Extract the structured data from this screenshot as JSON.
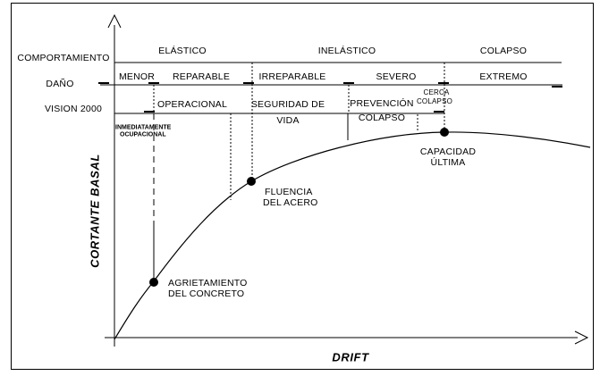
{
  "colors": {
    "ink": "#000000",
    "background": "#ffffff"
  },
  "axes": {
    "y_label": "CORTANTE BASAL",
    "x_label": "DRIFT"
  },
  "left_column": {
    "comportamiento": "COMPORTAMIENTO",
    "dano": "DAÑO",
    "vision": "VISION 2000"
  },
  "comportamiento_zones": {
    "elastico": "ELÁSTICO",
    "inelastico": "INELÁSTICO",
    "colapso": "COLAPSO"
  },
  "dano_zones": {
    "menor": "MENOR",
    "reparable": "REPARABLE",
    "irreparable": "IRREPARABLE",
    "severo": "SEVERO",
    "extremo": "EXTREMO"
  },
  "vision_zones": {
    "inmediatamente_l1": "INMEDIATAMENTE",
    "inmediatamente_l2": "OCUPACIONAL",
    "operacional": "OPERACIONAL",
    "seguridad_l1": "SEGURIDAD DE",
    "seguridad_l2": "VIDA",
    "prevencion_l1": "PREVENCIÓN",
    "prevencion_l2": "COLAPSO",
    "cerca_l1": "CERCA",
    "cerca_l2": "COLAPSO"
  },
  "curve_points": {
    "agrietamiento_l1": "AGRIETAMIENTO",
    "agrietamiento_l2": "DEL CONCRETO",
    "fluencia_l1": "FLUENCIA",
    "fluencia_l2": "DEL ACERO",
    "capacidad_l1": "CAPACIDAD",
    "capacidad_l2": "ÚLTIMA"
  }
}
